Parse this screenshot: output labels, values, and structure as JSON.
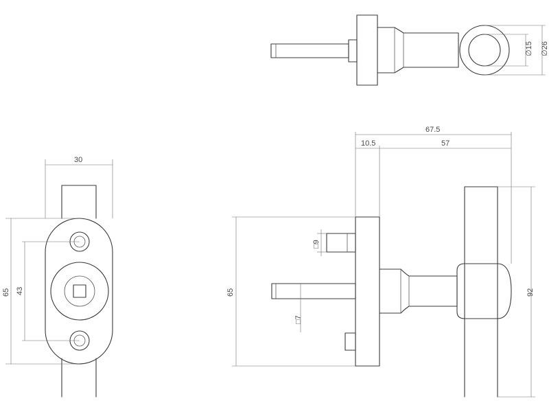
{
  "dimensions": {
    "front_width": "30",
    "front_height": "65",
    "hole_spacing": "43",
    "total_depth": "67.5",
    "base_depth": "10.5",
    "handle_depth": "57",
    "side_height": "65",
    "handle_length": "92",
    "pin_diameter": "□9",
    "spindle_square": "□7",
    "ring_inner_diameter": "∅15",
    "ring_outer_diameter": "∅26"
  }
}
